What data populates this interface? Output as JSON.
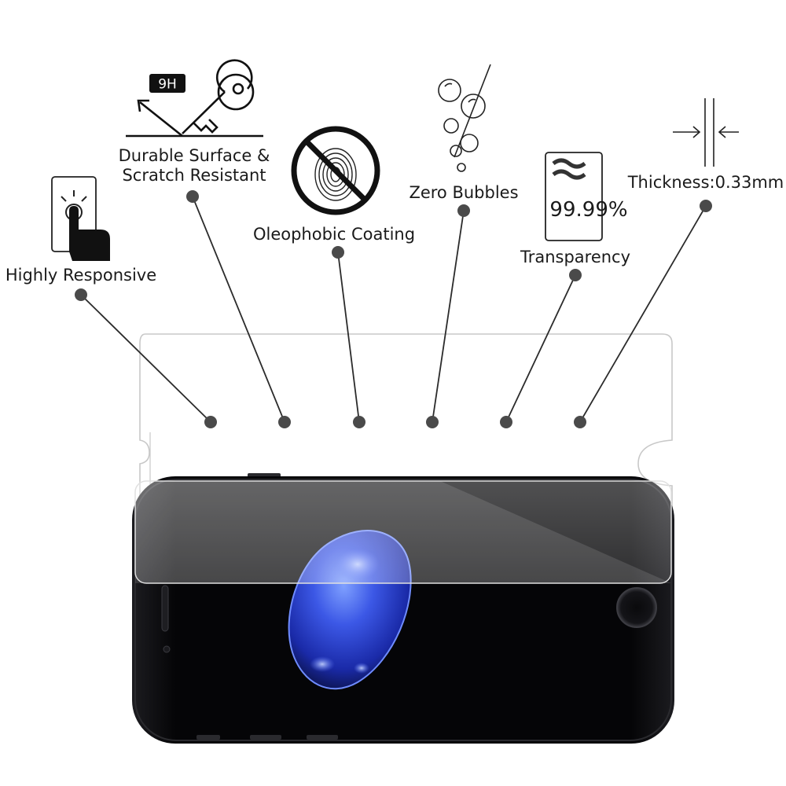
{
  "features": {
    "highly_responsive": "Highly Responsive",
    "durable_line1": "Durable Surface &",
    "durable_line2": "Scratch Resistant",
    "hardness_badge": "9H",
    "oleophobic": "Oleophobic Coating",
    "zero_bubbles": "Zero Bubbles",
    "transparency_value": "99.99%",
    "transparency": "Transparency",
    "thickness": "Thickness:0.33mm"
  },
  "icons": {
    "touch": "finger-touch-icon",
    "key": "key-icon",
    "fingerprint": "no-fingerprint-icon",
    "bubbles": "bubbles-icon",
    "glass": "glass-pane-icon",
    "thickness": "thickness-arrows-icon"
  },
  "colors": {
    "text": "#1a1a1a",
    "connector": "#2b2b2b",
    "dot": "#4a4a4a",
    "phone_body": "#0c0c0e",
    "screen_glow": "#2f4bd8"
  }
}
